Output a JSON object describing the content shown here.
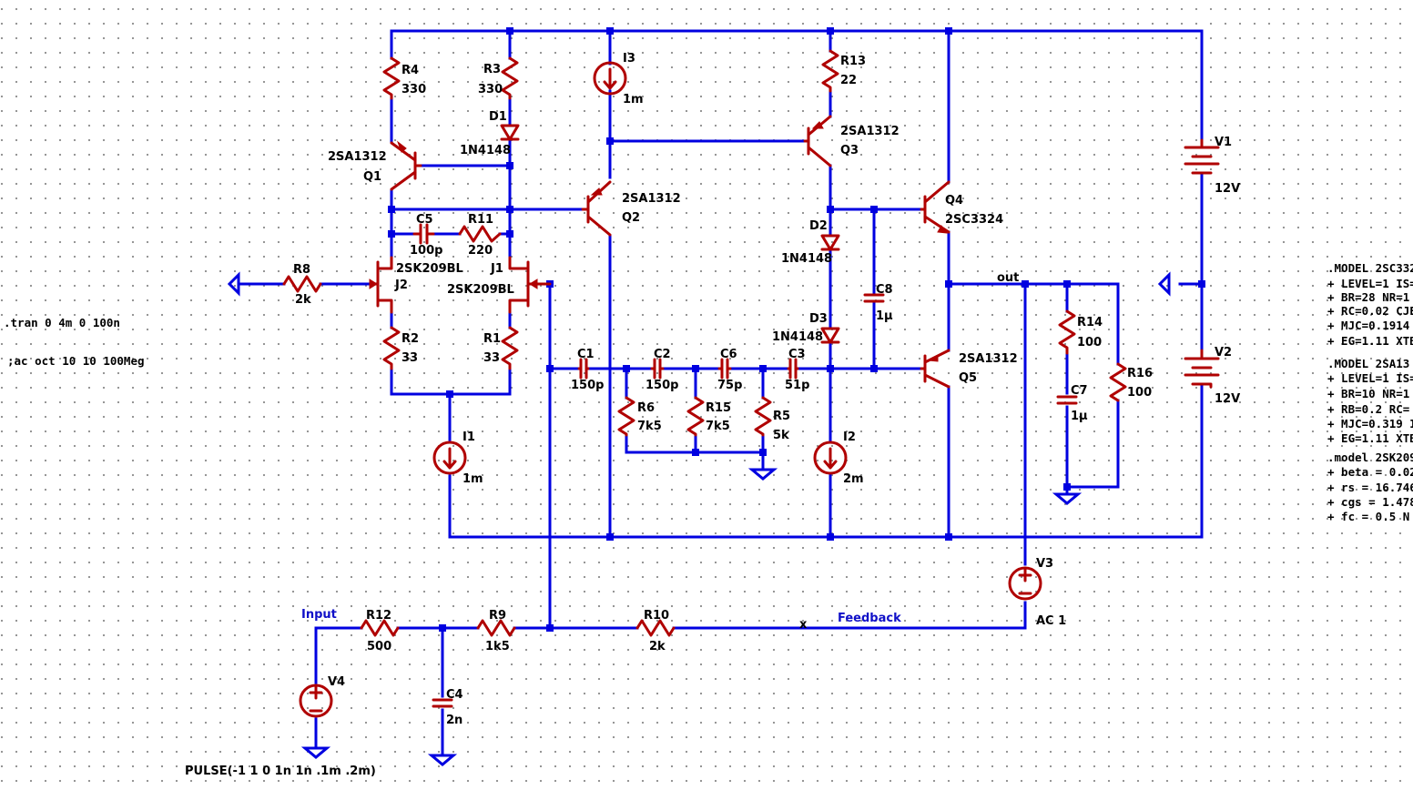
{
  "components": {
    "R4": {
      "name": "R4",
      "value": "330"
    },
    "R3": {
      "name": "R3",
      "value": "330"
    },
    "D1": {
      "name": "D1",
      "value": "1N4148"
    },
    "I3": {
      "name": "I3",
      "value": "1m"
    },
    "R13": {
      "name": "R13",
      "value": "22"
    },
    "Q3": {
      "name": "Q3",
      "value": "2SA1312"
    },
    "Q1": {
      "name": "Q1",
      "value": "2SA1312"
    },
    "Q2": {
      "name": "Q2",
      "value": "2SA1312"
    },
    "Q4": {
      "name": "Q4",
      "value": "2SC3324"
    },
    "Q5": {
      "name": "Q5",
      "value": "2SA1312"
    },
    "C5": {
      "name": "C5",
      "value": "100p"
    },
    "R11": {
      "name": "R11",
      "value": "220"
    },
    "J2": {
      "name": "J2",
      "value": "2SK209BL"
    },
    "J1": {
      "name": "J1",
      "value": "2SK209BL"
    },
    "R8": {
      "name": "R8",
      "value": "2k"
    },
    "R2": {
      "name": "R2",
      "value": "33"
    },
    "R1": {
      "name": "R1",
      "value": "33"
    },
    "I1": {
      "name": "I1",
      "value": "1m"
    },
    "D2": {
      "name": "D2",
      "value": "1N4148"
    },
    "D3": {
      "name": "D3",
      "value": "1N4148"
    },
    "C8": {
      "name": "C8",
      "value": "1µ"
    },
    "C1": {
      "name": "C1",
      "value": "150p"
    },
    "C2": {
      "name": "C2",
      "value": "150p"
    },
    "C6": {
      "name": "C6",
      "value": "75p"
    },
    "C3": {
      "name": "C3",
      "value": "51p"
    },
    "R6": {
      "name": "R6",
      "value": "7k5"
    },
    "R15": {
      "name": "R15",
      "value": "7k5"
    },
    "R5": {
      "name": "R5",
      "value": "5k"
    },
    "I2": {
      "name": "I2",
      "value": "2m"
    },
    "R14": {
      "name": "R14",
      "value": "100"
    },
    "C7": {
      "name": "C7",
      "value": "1µ"
    },
    "R16": {
      "name": "R16",
      "value": "100"
    },
    "V1": {
      "name": "V1",
      "value": "12V"
    },
    "V2": {
      "name": "V2",
      "value": "12V"
    },
    "V3": {
      "name": "V3",
      "value": "AC 1"
    },
    "R12": {
      "name": "R12",
      "value": "500"
    },
    "R9": {
      "name": "R9",
      "value": "1k5"
    },
    "R10": {
      "name": "R10",
      "value": "2k"
    },
    "C4": {
      "name": "C4",
      "value": "2n"
    },
    "V4": {
      "name": "V4",
      "value": "PULSE(-1 1 0 1n 1n .1m .2m)"
    }
  },
  "net_labels": {
    "input": "Input",
    "feedback": "Feedback",
    "out": "out",
    "x": "x"
  },
  "directives": {
    "tran": ".tran 0 4m 0 100n",
    "ac": ";ac oct 10 10 100Meg",
    "models": [
      ".MODEL 2SC332",
      "+ LEVEL=1 IS=",
      "+ BR=28 NR=1",
      "+ RC=0.02 CJE",
      "+ MJC=0.1914",
      "+ EG=1.11 XTB",
      ".MODEL 2SA13",
      "+ LEVEL=1 IS=",
      "+ BR=10 NR=1",
      "+ RB=0.2 RC=",
      "+ MJC=0.319 I",
      "+ EG=1.11 XTB",
      ".model 2SK209",
      "+ beta = 0.02",
      "+ rs = 16.746",
      "+ cgs = 1.478",
      "+ fc = 0.5 N ="
    ]
  }
}
